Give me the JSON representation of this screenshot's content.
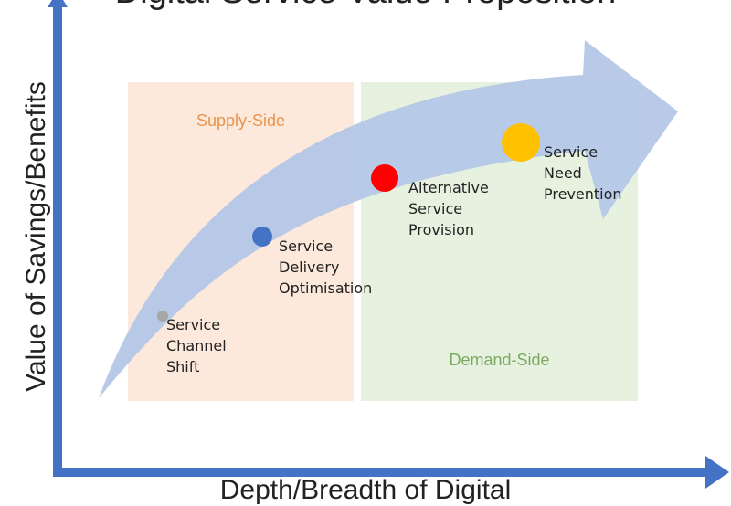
{
  "title": "Digital Service Value Proposition",
  "axes": {
    "y_label": "Value of Savings/Benefits",
    "x_label": "Depth/Breadth of Digital"
  },
  "regions": {
    "supply": "Supply-Side",
    "demand": "Demand-Side"
  },
  "points": [
    {
      "lines": [
        "Service",
        "Channel",
        "Shift"
      ],
      "color": "#a6a6a6"
    },
    {
      "lines": [
        "Service",
        "Delivery",
        "Optimisation"
      ],
      "color": "#4472c4"
    },
    {
      "lines": [
        "Alternative",
        "Service",
        "Provision"
      ],
      "color": "#ff0000"
    },
    {
      "lines": [
        "Service",
        "Need",
        "Prevention"
      ],
      "color": "#ffc000"
    }
  ],
  "colors": {
    "axis": "#4472c4",
    "arrow": "#b4c7e7",
    "supply_bg": "#fbe5d6",
    "demand_bg": "#e2efda"
  }
}
